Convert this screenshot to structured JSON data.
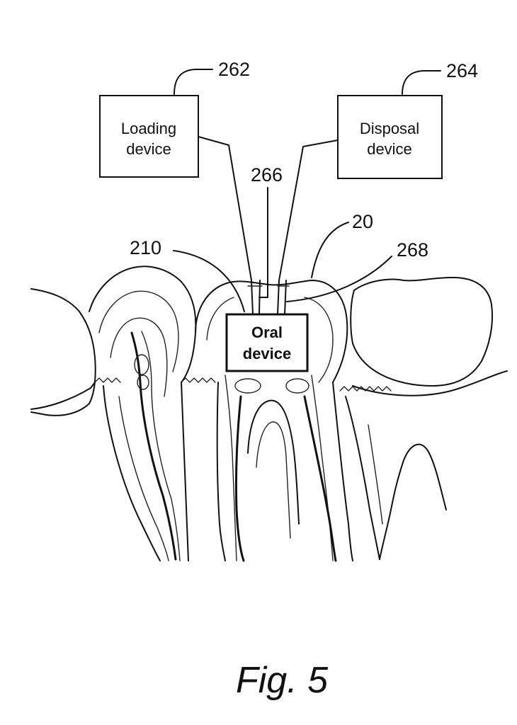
{
  "figure": {
    "caption": "Fig. 5",
    "boxes": {
      "loading": {
        "line1": "Loading",
        "line2": "device",
        "ref": "262"
      },
      "disposal": {
        "line1": "Disposal",
        "line2": "device",
        "ref": "264"
      },
      "oral": {
        "line1": "Oral",
        "line2": "device"
      }
    },
    "refs": {
      "tube_center": "266",
      "tooth": "20",
      "left_tube": "210",
      "right_tube": "268"
    }
  }
}
